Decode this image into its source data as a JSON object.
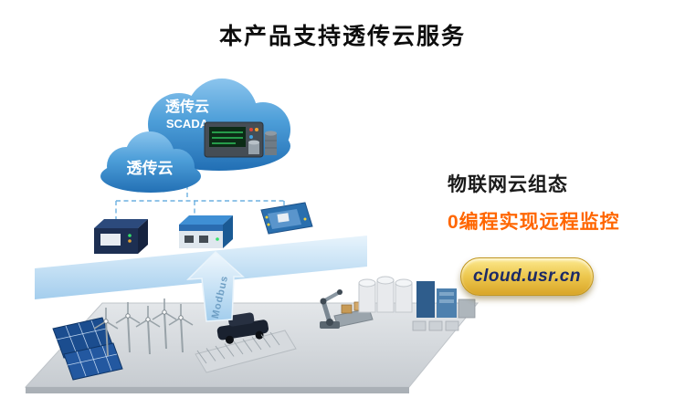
{
  "title": "本产品支持透传云服务",
  "clouds": {
    "scada": {
      "line1": "透传云",
      "line2": "SCADA"
    },
    "main": {
      "label": "透传云"
    }
  },
  "arrow": {
    "label": "Modbus"
  },
  "right_panel": {
    "heading": "物联网云组态",
    "subheading": "0编程实现远程监控",
    "badge": "cloud.usr.cn"
  },
  "colors": {
    "cloud_blue": "#4e9fd9",
    "band_blue": "#a8cfee",
    "accent_orange": "#ff6600",
    "badge_gold": "#edc84f",
    "badge_text": "#1c2a66"
  }
}
